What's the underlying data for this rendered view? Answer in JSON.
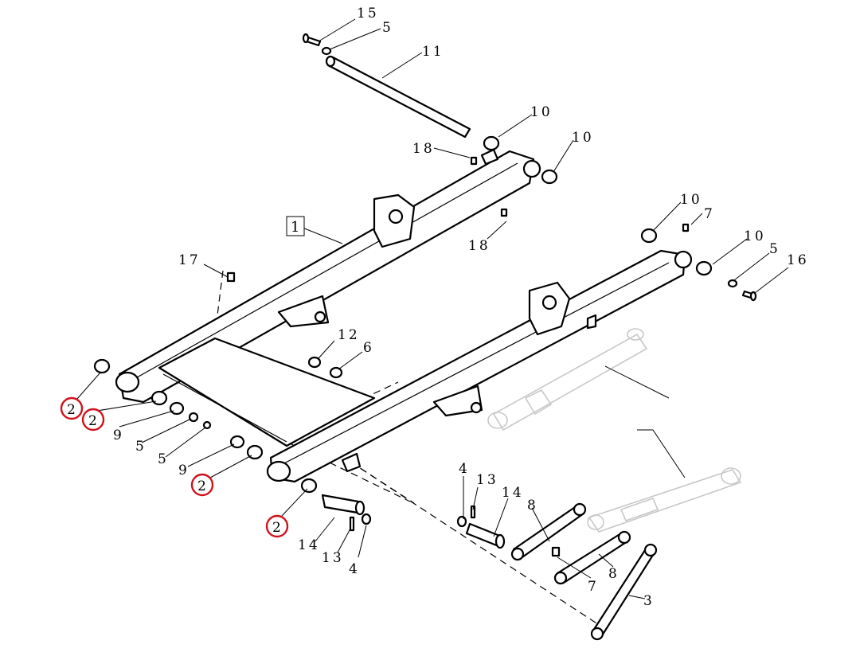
{
  "diagram": {
    "highlight_color": "#d0121b",
    "assembly_label": "1",
    "callouts": [
      {
        "id": "c15",
        "text": "15"
      },
      {
        "id": "c5a",
        "text": "5"
      },
      {
        "id": "c11",
        "text": "11"
      },
      {
        "id": "c10a",
        "text": "10"
      },
      {
        "id": "c18a",
        "text": "18"
      },
      {
        "id": "c10b",
        "text": "10"
      },
      {
        "id": "c10c",
        "text": "10"
      },
      {
        "id": "c7a",
        "text": "7"
      },
      {
        "id": "c18b",
        "text": "18"
      },
      {
        "id": "c10d",
        "text": "10"
      },
      {
        "id": "c5b",
        "text": "5"
      },
      {
        "id": "c16",
        "text": "16"
      },
      {
        "id": "c17",
        "text": "17"
      },
      {
        "id": "c12",
        "text": "12"
      },
      {
        "id": "c6",
        "text": "6"
      },
      {
        "id": "c9a",
        "text": "9"
      },
      {
        "id": "c5c",
        "text": "5"
      },
      {
        "id": "c5d",
        "text": "5"
      },
      {
        "id": "c9b",
        "text": "9"
      },
      {
        "id": "c4a",
        "text": "4"
      },
      {
        "id": "c13a",
        "text": "13"
      },
      {
        "id": "c14a",
        "text": "14"
      },
      {
        "id": "c8a",
        "text": "8"
      },
      {
        "id": "c14b",
        "text": "14"
      },
      {
        "id": "c13b",
        "text": "13"
      },
      {
        "id": "c4b",
        "text": "4"
      },
      {
        "id": "c7b",
        "text": "7"
      },
      {
        "id": "c8b",
        "text": "8"
      },
      {
        "id": "c3",
        "text": "3"
      }
    ],
    "highlighted_callouts": [
      {
        "id": "h2a",
        "text": "2"
      },
      {
        "id": "h2b",
        "text": "2"
      },
      {
        "id": "h2c",
        "text": "2"
      },
      {
        "id": "h2d",
        "text": "2"
      }
    ]
  }
}
